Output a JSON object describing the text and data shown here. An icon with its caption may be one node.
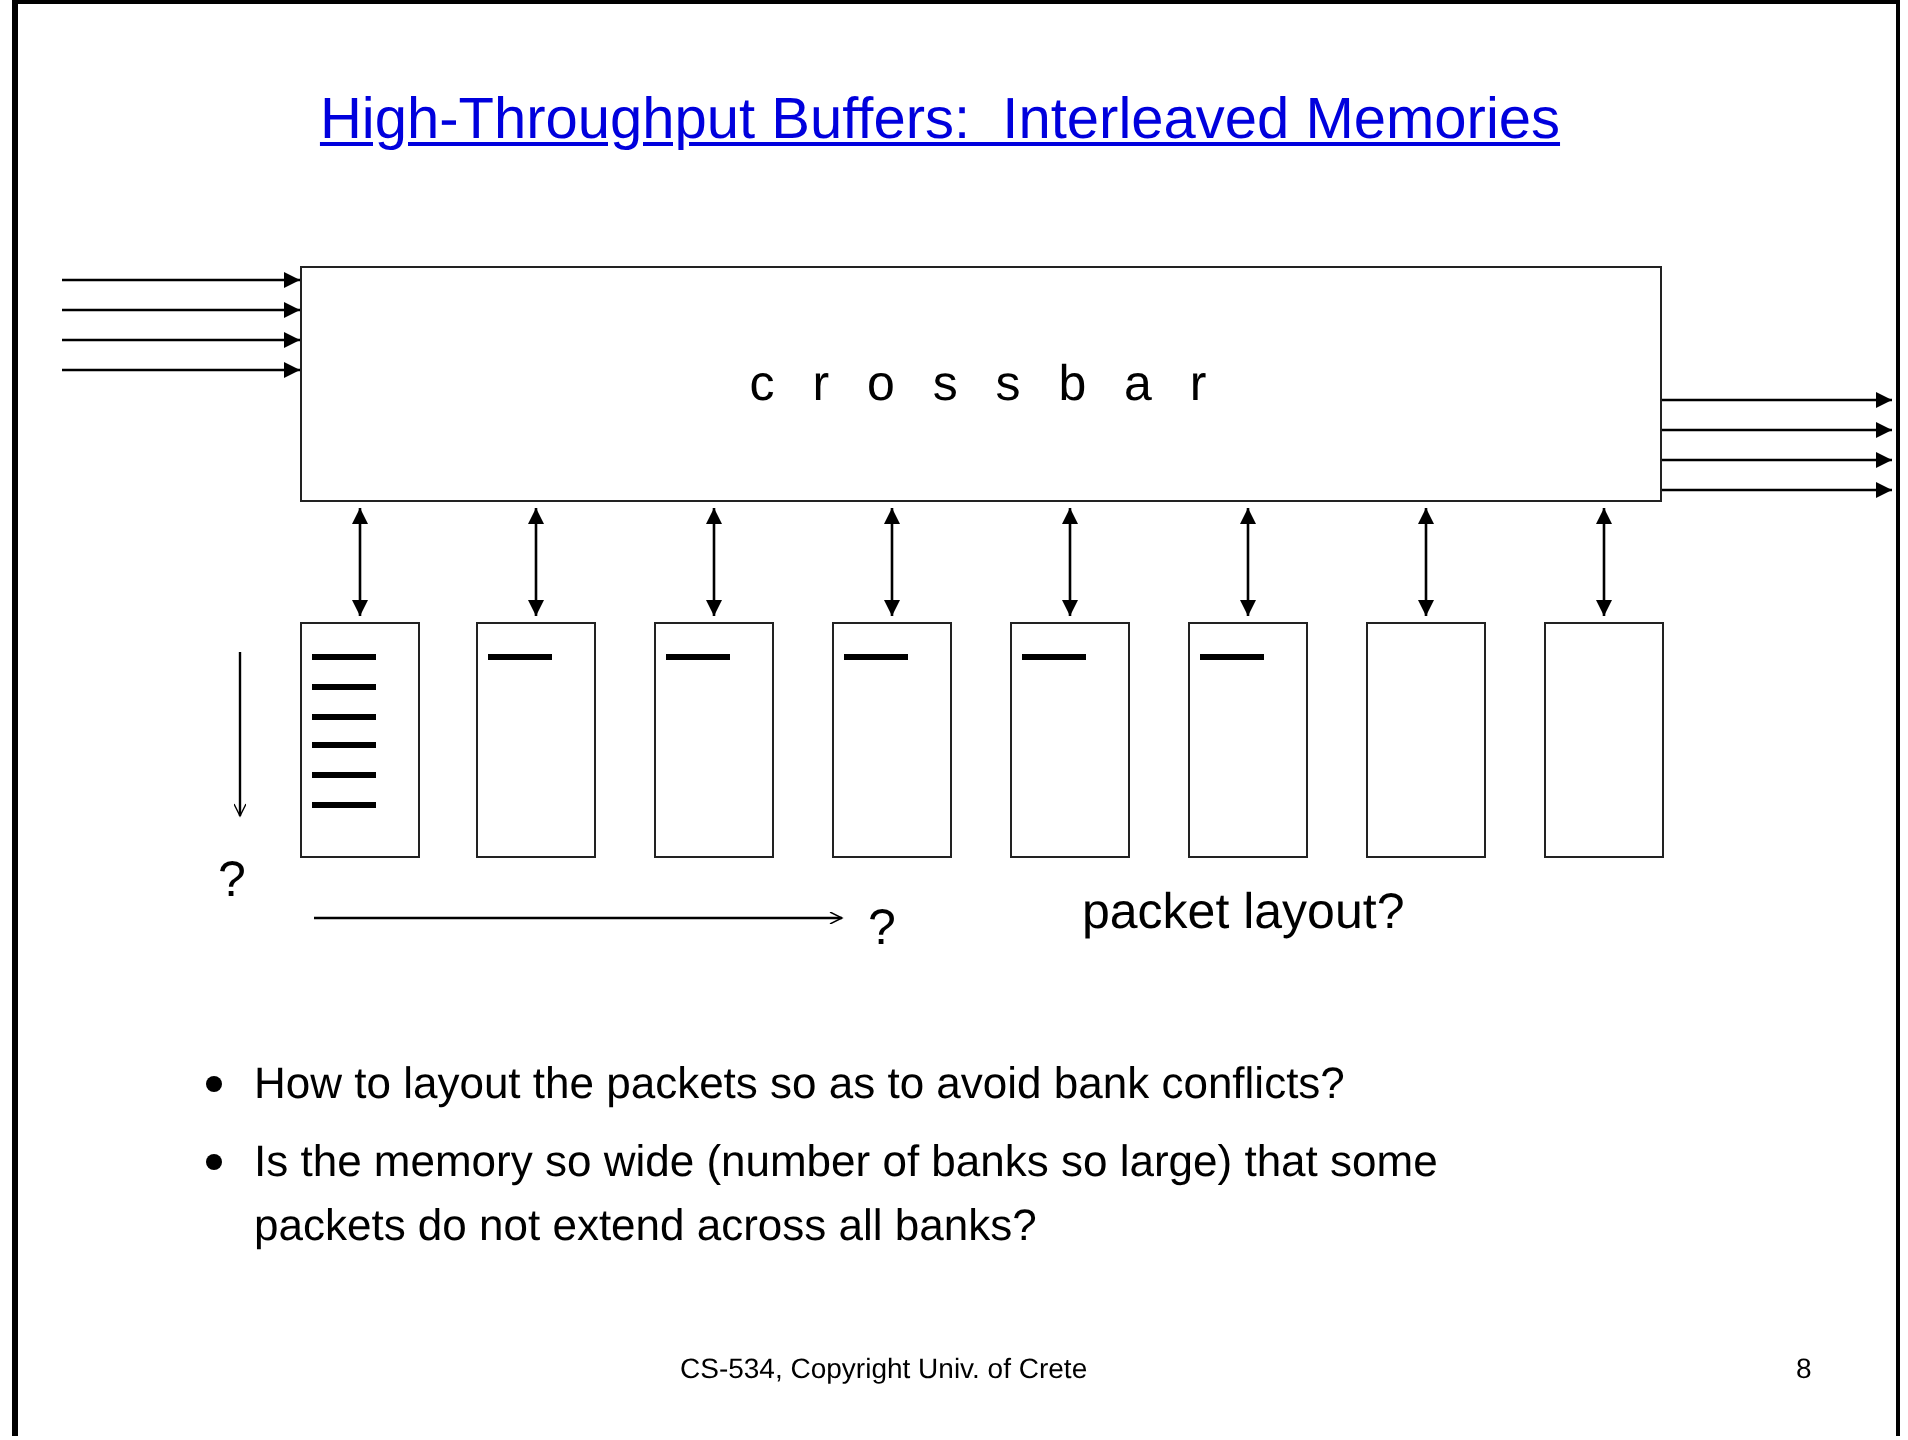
{
  "diagram": {
    "title": "High-Throughput Buffers:  Interleaved Memories",
    "nodes": [
      {
        "text": [
          "c r o s s b a r"
        ]
      },
      {
        "text": [],
        "shape": "box"
      },
      {
        "text": [],
        "shape": "box"
      },
      {
        "text": [],
        "shape": "box"
      },
      {
        "text": [],
        "shape": "box"
      },
      {
        "text": [],
        "shape": "box"
      },
      {
        "text": [],
        "shape": "box"
      },
      {
        "text": [],
        "shape": "box"
      },
      {
        "text": [],
        "shape": "box"
      }
    ],
    "edges": [
      {
        "from": null,
        "to": 0,
        "arrow": "to"
      },
      {
        "from": null,
        "to": 0,
        "arrow": "to"
      },
      {
        "from": null,
        "to": 0,
        "arrow": "to"
      },
      {
        "from": null,
        "to": 0,
        "arrow": "to"
      },
      {
        "from": 0,
        "to": null,
        "arrow": "to"
      },
      {
        "from": 0,
        "to": null,
        "arrow": "to"
      },
      {
        "from": 0,
        "to": null,
        "arrow": "to"
      },
      {
        "from": 0,
        "to": null,
        "arrow": "to"
      },
      {
        "from": 0,
        "to": 1,
        "arrow": "both"
      },
      {
        "from": 0,
        "to": 2,
        "arrow": "both"
      },
      {
        "from": 0,
        "to": 3,
        "arrow": "both"
      },
      {
        "from": 0,
        "to": 4,
        "arrow": "both"
      },
      {
        "from": 0,
        "to": 5,
        "arrow": "both"
      },
      {
        "from": 0,
        "to": 6,
        "arrow": "both"
      },
      {
        "from": 0,
        "to": 7,
        "arrow": "both"
      },
      {
        "from": 0,
        "to": 8,
        "arrow": "both"
      }
    ],
    "labels": [
      "?",
      "?",
      "packet layout?",
      "How to layout the packets so as to avoid bank conflicts?",
      "Is the memory so wide (number of banks so large) that some packets do not extend across all banks?",
      "CS-534, Copyright Univ. of Crete",
      "8"
    ]
  }
}
